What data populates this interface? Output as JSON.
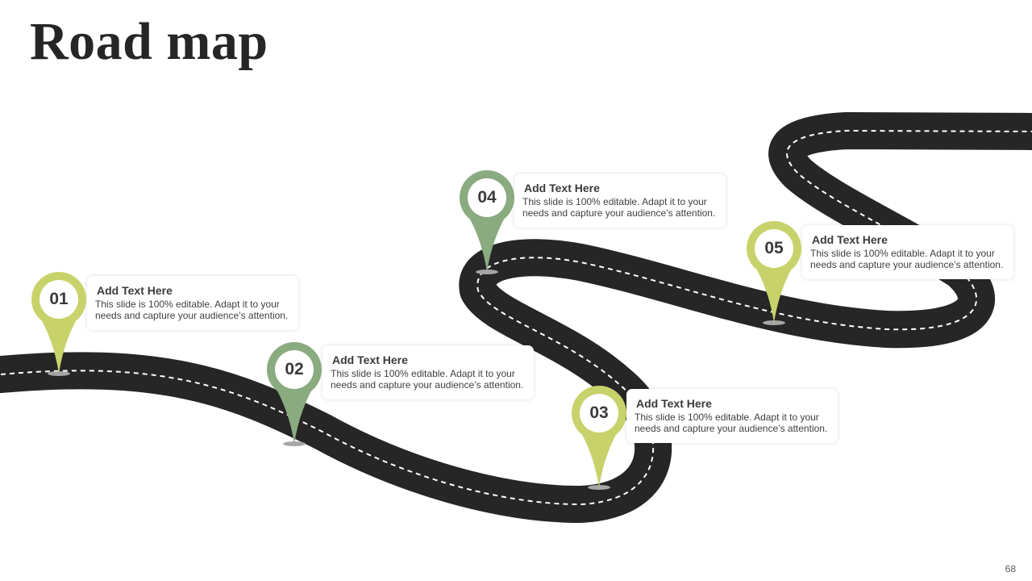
{
  "title": "Road map",
  "page_number": "68",
  "colors": {
    "lime": "#c8d26a",
    "sage": "#8aaa80",
    "road": "#262626",
    "stripe": "#ffffff"
  },
  "milestones": [
    {
      "number": "01",
      "heading": "Add Text Here",
      "line1": "This slide is 100% editable. Adapt it to your",
      "line2": "needs and capture your audience’s attention.",
      "color": "lime"
    },
    {
      "number": "02",
      "heading": "Add Text Here",
      "line1": "This slide is 100% editable. Adapt it to your",
      "line2": "needs and capture your audience’s attention.",
      "color": "sage"
    },
    {
      "number": "03",
      "heading": "Add Text Here",
      "line1": "This slide is 100% editable. Adapt it to your",
      "line2": "needs and capture your audience’s attention.",
      "color": "lime"
    },
    {
      "number": "04",
      "heading": "Add Text Here",
      "line1": "This slide is 100% editable. Adapt it to your",
      "line2": "needs and capture your audience’s attention.",
      "color": "sage"
    },
    {
      "number": "05",
      "heading": "Add Text Here",
      "line1": "This slide is 100% editable. Adapt it to your",
      "line2": "needs and capture your audience’s attention.",
      "color": "lime"
    }
  ]
}
